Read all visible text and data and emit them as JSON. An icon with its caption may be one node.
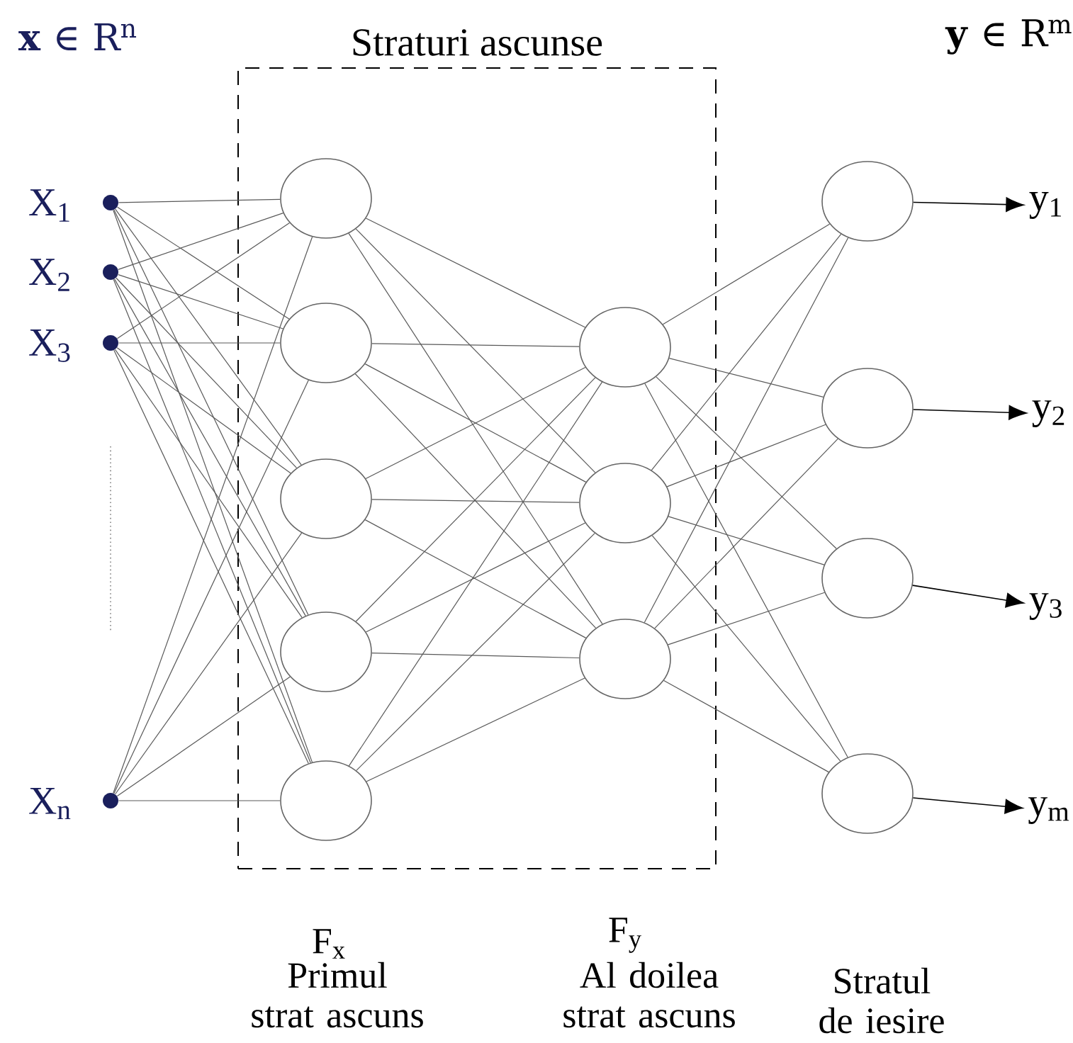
{
  "diagram": {
    "nodes": [
      {
        "text": [],
        "shape": "circle",
        "beside": [
          "X$_{1}$"
        ]
      },
      {
        "text": [],
        "shape": "circle",
        "beside": [
          "X$_{2}$"
        ]
      },
      {
        "text": [],
        "shape": "circle",
        "beside": [
          "X$_{3}$"
        ]
      },
      {
        "text": [],
        "shape": "circle",
        "beside": [
          "X$_{n}$"
        ]
      },
      {
        "text": [
          "Straturi ascunse"
        ]
      },
      {
        "text": [],
        "shape": "circle",
        "in": 4
      },
      {
        "text": [],
        "shape": "circle",
        "in": 4
      },
      {
        "text": [],
        "shape": "circle",
        "in": 4
      },
      {
        "text": [],
        "shape": "circle",
        "in": 4
      },
      {
        "text": [],
        "shape": "circle",
        "in": 4
      },
      {
        "text": [],
        "shape": "circle",
        "in": 4
      },
      {
        "text": [],
        "shape": "circle",
        "in": 4
      },
      {
        "text": [],
        "shape": "circle",
        "in": 4
      },
      {
        "text": [],
        "shape": "circle"
      },
      {
        "text": [],
        "shape": "circle"
      },
      {
        "text": [],
        "shape": "circle"
      },
      {
        "text": [],
        "shape": "circle"
      },
      {
        "text": [
          "y$_{1}$"
        ]
      },
      {
        "text": [
          "y$_{2}$"
        ]
      },
      {
        "text": [
          "y$_{3}$"
        ]
      },
      {
        "text": [
          "y$_{m}$"
        ]
      }
    ],
    "edges": [
      {
        "from": 0,
        "to": 5,
        "arrow": "none"
      },
      {
        "from": 0,
        "to": 6,
        "arrow": "none"
      },
      {
        "from": 0,
        "to": 7,
        "arrow": "none"
      },
      {
        "from": 0,
        "to": 8,
        "arrow": "none"
      },
      {
        "from": 0,
        "to": 9,
        "arrow": "none"
      },
      {
        "from": 1,
        "to": 5,
        "arrow": "none"
      },
      {
        "from": 1,
        "to": 6,
        "arrow": "none"
      },
      {
        "from": 1,
        "to": 7,
        "arrow": "none"
      },
      {
        "from": 1,
        "to": 8,
        "arrow": "none"
      },
      {
        "from": 1,
        "to": 9,
        "arrow": "none"
      },
      {
        "from": 2,
        "to": 5,
        "arrow": "none"
      },
      {
        "from": 2,
        "to": 6,
        "arrow": "none"
      },
      {
        "from": 2,
        "to": 7,
        "arrow": "none"
      },
      {
        "from": 2,
        "to": 8,
        "arrow": "none"
      },
      {
        "from": 2,
        "to": 9,
        "arrow": "none"
      },
      {
        "from": 3,
        "to": 5,
        "arrow": "none"
      },
      {
        "from": 3,
        "to": 6,
        "arrow": "none"
      },
      {
        "from": 3,
        "to": 7,
        "arrow": "none"
      },
      {
        "from": 3,
        "to": 8,
        "arrow": "none"
      },
      {
        "from": 3,
        "to": 9,
        "arrow": "none"
      },
      {
        "from": 5,
        "to": 10,
        "arrow": "none"
      },
      {
        "from": 5,
        "to": 11,
        "arrow": "none"
      },
      {
        "from": 5,
        "to": 12,
        "arrow": "none"
      },
      {
        "from": 6,
        "to": 10,
        "arrow": "none"
      },
      {
        "from": 6,
        "to": 11,
        "arrow": "none"
      },
      {
        "from": 6,
        "to": 12,
        "arrow": "none"
      },
      {
        "from": 7,
        "to": 10,
        "arrow": "none"
      },
      {
        "from": 7,
        "to": 11,
        "arrow": "none"
      },
      {
        "from": 7,
        "to": 12,
        "arrow": "none"
      },
      {
        "from": 8,
        "to": 10,
        "arrow": "none"
      },
      {
        "from": 8,
        "to": 11,
        "arrow": "none"
      },
      {
        "from": 8,
        "to": 12,
        "arrow": "none"
      },
      {
        "from": 9,
        "to": 10,
        "arrow": "none"
      },
      {
        "from": 9,
        "to": 11,
        "arrow": "none"
      },
      {
        "from": 9,
        "to": 12,
        "arrow": "none"
      },
      {
        "from": 10,
        "to": 13,
        "arrow": "none"
      },
      {
        "from": 10,
        "to": 14,
        "arrow": "none"
      },
      {
        "from": 10,
        "to": 15,
        "arrow": "none"
      },
      {
        "from": 10,
        "to": 16,
        "arrow": "none"
      },
      {
        "from": 11,
        "to": 13,
        "arrow": "none"
      },
      {
        "from": 11,
        "to": 14,
        "arrow": "none"
      },
      {
        "from": 11,
        "to": 15,
        "arrow": "none"
      },
      {
        "from": 11,
        "to": 16,
        "arrow": "none"
      },
      {
        "from": 12,
        "to": 13,
        "arrow": "none"
      },
      {
        "from": 12,
        "to": 14,
        "arrow": "none"
      },
      {
        "from": 12,
        "to": 15,
        "arrow": "none"
      },
      {
        "from": 12,
        "to": 16,
        "arrow": "none"
      },
      {
        "from": 13,
        "to": 17,
        "arrow": "to"
      },
      {
        "from": 14,
        "to": 18,
        "arrow": "to"
      },
      {
        "from": 15,
        "to": 19,
        "arrow": "to"
      },
      {
        "from": 16,
        "to": 20,
        "arrow": "to"
      }
    ],
    "labels": [
      "**x** ∈ R$^{n}$",
      "**y** ∈ R$^{m}$",
      "F$_{x}$",
      "F$_{y}$",
      "Primul strat ascuns",
      "Al doilea strat ascuns",
      "Stratul de iesire"
    ]
  }
}
